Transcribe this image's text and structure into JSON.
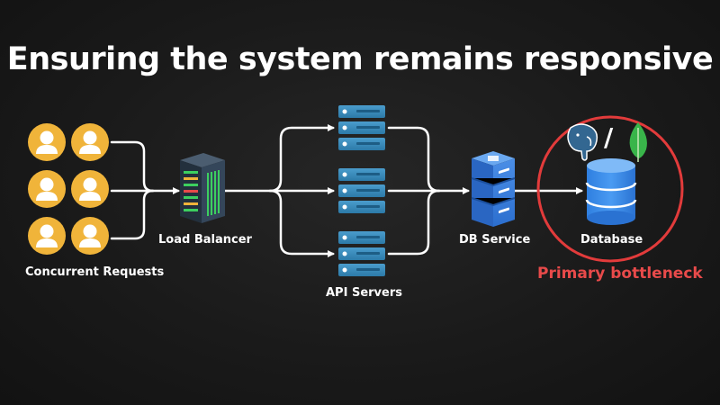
{
  "title": "Ensuring the system remains responsive",
  "nodes": {
    "clients": {
      "label": "Concurrent Requests",
      "count": 6
    },
    "load_balancer": {
      "label": "Load Balancer"
    },
    "api_servers": {
      "label": "API Servers",
      "count": 3
    },
    "db_service": {
      "label": "DB Service"
    },
    "database": {
      "label": "Database",
      "separator": "/",
      "engines": [
        "postgresql-elephant-icon",
        "mongodb-leaf-icon"
      ]
    }
  },
  "callout": {
    "text": "Primary bottleneck",
    "color": "#e84a4a"
  },
  "colors": {
    "background": "#1a1a1a",
    "user_avatar": "#f0b43a",
    "server_blue": "#3d8fc4",
    "server_teal": "#2f7fa8",
    "db_blue": "#2e7fe0",
    "load_balancer_body": "#2f3f52",
    "arrow": "#ffffff",
    "highlight_ring": "#e23b3b",
    "mongo_green": "#39b54a",
    "postgres_blue": "#336791"
  },
  "edges": [
    {
      "from": "clients",
      "to": "load_balancer"
    },
    {
      "from": "load_balancer",
      "to": "api_servers"
    },
    {
      "from": "api_servers",
      "to": "db_service"
    },
    {
      "from": "db_service",
      "to": "database"
    }
  ]
}
